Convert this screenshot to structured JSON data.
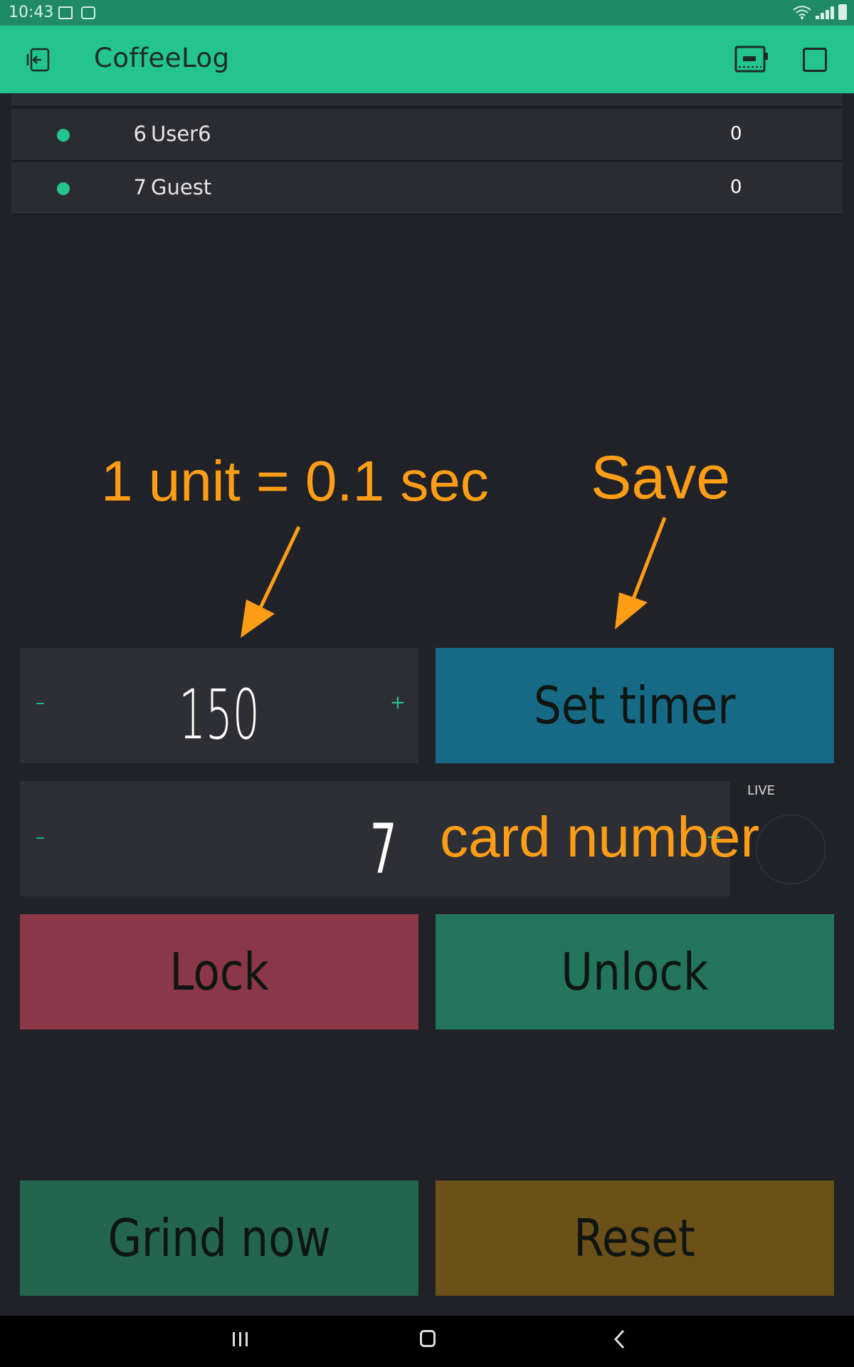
{
  "status_bar": {
    "time": "10:43"
  },
  "app_bar": {
    "title": "CoffeeLog"
  },
  "table": {
    "rows": [
      {
        "index": "6",
        "name": "User6",
        "value": "0"
      },
      {
        "index": "7",
        "name": "Guest",
        "value": "0"
      }
    ],
    "dot_color": "#23c48e"
  },
  "annotations": {
    "unit_note": "1 unit = 0.1 sec",
    "save_note": "Save",
    "card_note": "card number",
    "color": "#ff9e16"
  },
  "timer_stepper": {
    "value": "150",
    "minus": "–",
    "plus": "+"
  },
  "card_stepper": {
    "value": "7",
    "minus": "–",
    "plus": "+"
  },
  "live_indicator": {
    "label": "LIVE"
  },
  "buttons": {
    "set_timer": "Set timer",
    "lock": "Lock",
    "unlock": "Unlock",
    "grind_now": "Grind now",
    "reset": "Reset"
  },
  "colors": {
    "accent": "#23c48e",
    "set_timer_bg": "#166a86",
    "lock_bg": "#8b3748",
    "unlock_bg": "#23765d",
    "grind_bg": "#23654f",
    "reset_bg": "#6b5018"
  },
  "icons": [
    "back-icon",
    "device-icon",
    "square-icon",
    "recents-icon",
    "home-icon",
    "nav-back-icon"
  ]
}
